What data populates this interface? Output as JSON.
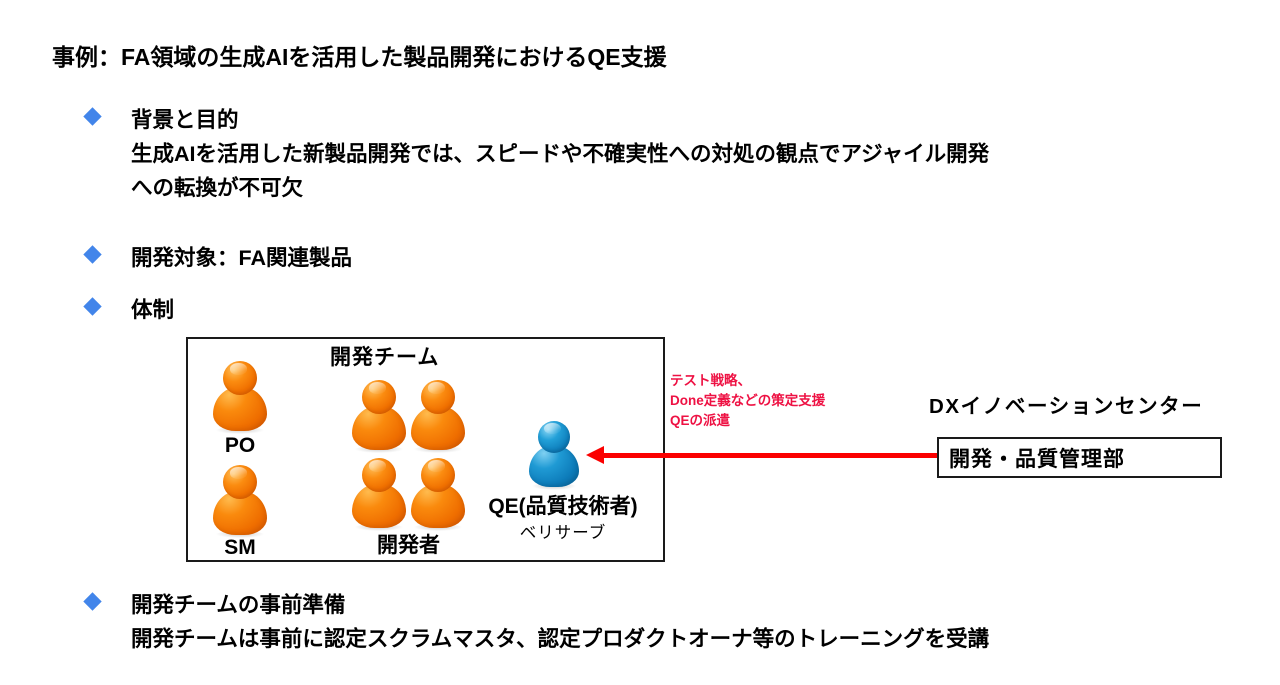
{
  "slide": {
    "title": "事例：FA領域の生成AIを活用した製品開発におけるQE支援",
    "bullet_color": "#4285ea"
  },
  "bullets": [
    {
      "id": "background",
      "lines": [
        "背景と目的",
        "生成AIを活用した新製品開発では、スピードや不確実性への対処の観点でアジャイル開発",
        "への転換が不可欠"
      ]
    },
    {
      "id": "target",
      "lines": [
        "開発対象：FA関連製品"
      ]
    },
    {
      "id": "structure",
      "lines": [
        "体制"
      ]
    },
    {
      "id": "preparation",
      "lines": [
        "開発チームの事前準備",
        "開発チームは事前に認定スクラムマスタ、認定プロダクトオーナ等のトレーニングを受講"
      ]
    }
  ],
  "diagram": {
    "team_box_label": "開発チーム",
    "roles": {
      "po": "PO",
      "sm": "SM",
      "developers": "開発者",
      "qe": "QE(品質技術者)",
      "qe_company": "ベリサーブ"
    },
    "annotation": {
      "color": "#ee1143",
      "lines": [
        "テスト戦略、",
        "Done定義などの策定支援",
        "QEの派遣"
      ]
    },
    "arrow": {
      "color": "#fb0000",
      "direction": "right-to-left"
    },
    "org": {
      "center_name": "DXイノベーションセンター",
      "department_name": "開発・品質管理部"
    }
  }
}
